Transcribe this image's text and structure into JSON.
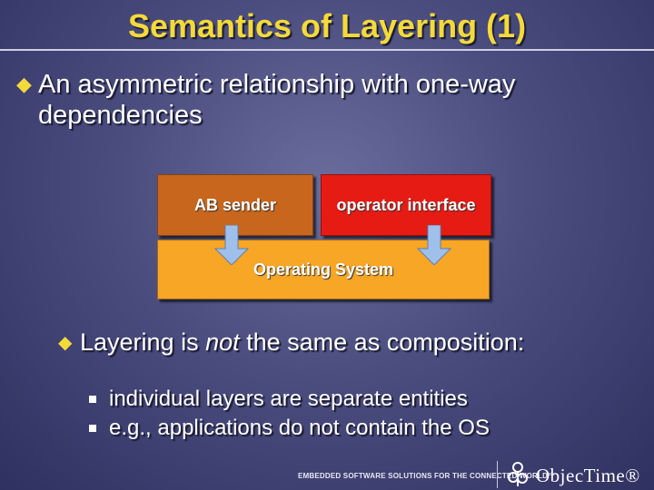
{
  "slide": {
    "title": "Semantics of Layering (1)",
    "bullet1": "An asymmetric relationship with one-way dependencies",
    "diagram": {
      "box_left": "AB sender",
      "box_right": "operator interface",
      "box_bottom": "Operating System"
    },
    "bullet2_prefix": "Layering is ",
    "bullet2_emph": "not",
    "bullet2_suffix": " the same as composition:",
    "sub_items": [
      "individual layers are separate entities",
      "e.g., applications do not contain the OS"
    ]
  },
  "footer": {
    "tagline": "EMBEDDED SOFTWARE SOLUTIONS FOR THE CONNECTED WORLD™",
    "logo": "ObjecTime®"
  },
  "colors": {
    "title": "#f4d93a",
    "ab_sender": "#c8661e",
    "operator_interface": "#e51b14",
    "operating_system": "#f7a626",
    "arrow": "#9ec0ea"
  }
}
